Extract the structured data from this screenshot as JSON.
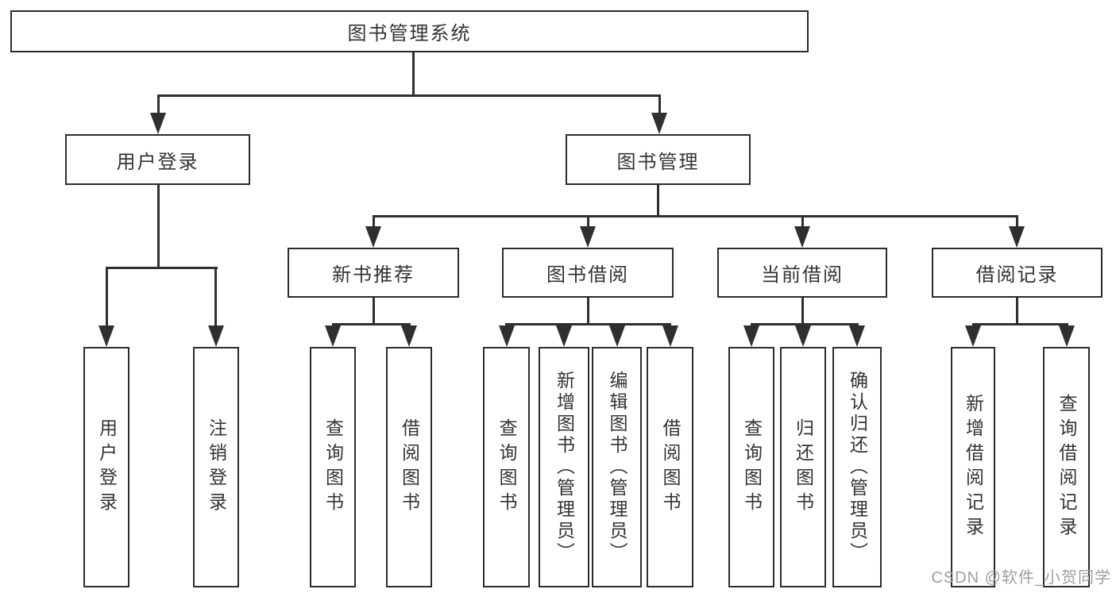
{
  "tree": {
    "label": "图书管理系统",
    "children": [
      {
        "label": "用户登录",
        "children": [
          {
            "label": "用户登录"
          },
          {
            "label": "注销登录"
          }
        ]
      },
      {
        "label": "图书管理",
        "children": [
          {
            "label": "新书推荐",
            "children": [
              {
                "label": "查询图书"
              },
              {
                "label": "借阅图书"
              }
            ]
          },
          {
            "label": "图书借阅",
            "children": [
              {
                "label": "查询图书"
              },
              {
                "label": "新增图书（管理员）"
              },
              {
                "label": "编辑图书（管理员）"
              },
              {
                "label": "借阅图书"
              }
            ]
          },
          {
            "label": "当前借阅",
            "children": [
              {
                "label": "查询图书"
              },
              {
                "label": "归还图书"
              },
              {
                "label": "确认归还（管理员）"
              }
            ]
          },
          {
            "label": "借阅记录",
            "children": [
              {
                "label": "新增借阅记录"
              },
              {
                "label": "查询借阅记录"
              }
            ]
          }
        ]
      }
    ]
  },
  "watermark": {
    "text": "CSDN @软件_小贺同学"
  },
  "colors": {
    "line": "#2f2f2f",
    "box_border": "#2c2c2c",
    "text": "#333333",
    "watermark": "#9e9e9e",
    "background": "#ffffff"
  }
}
